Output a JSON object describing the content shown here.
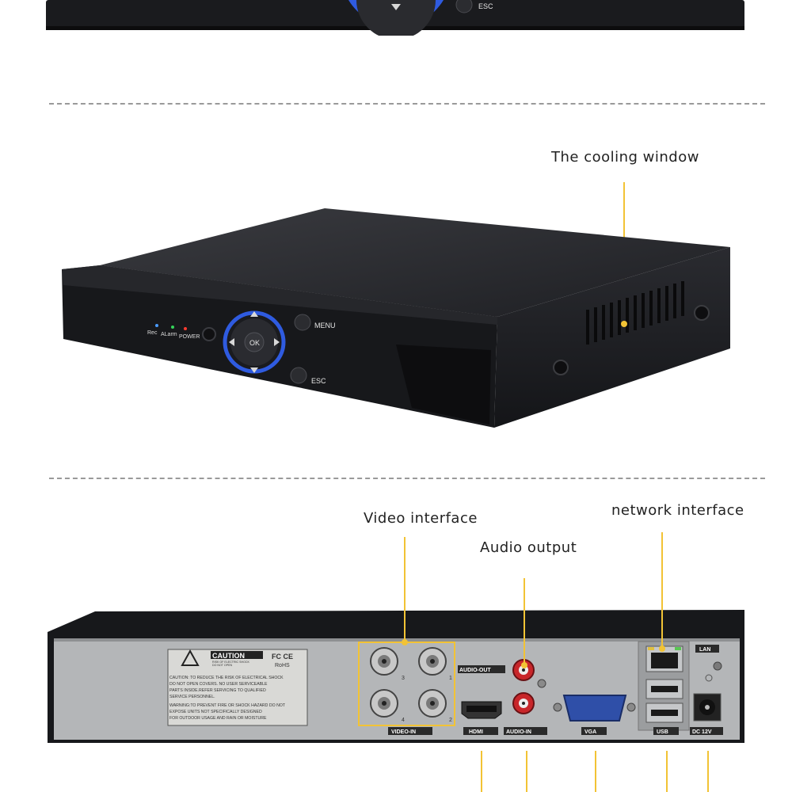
{
  "top_panel": {
    "esc_label": "ESC"
  },
  "front_view": {
    "callout_cooling": "The cooling window",
    "led_labels": [
      "Rec",
      "ALarm",
      "POWER"
    ],
    "center_button": "OK",
    "menu_label": "MENU",
    "esc_label": "ESC"
  },
  "rear_view": {
    "callouts": {
      "video": "Video interface",
      "audio": "Audio output",
      "network": "network interface"
    },
    "caution_title": "CAUTION",
    "caution_sub": [
      "RISK OF ELECTRIC SHOCK",
      "DO NOT OPEN"
    ],
    "cert_marks": [
      "FC CE",
      "RoHS"
    ],
    "caution_text": [
      "CAUTION: TO REDUCE THE RISK OF ELECTRICAL SHOCK",
      "DO NOT OPEN COVERS. NO USER SERVICEABLE",
      "PARTS INSIDE.REFER SERVICING TO QUALIFIED",
      "SERVICE PERSONNEL.",
      "WARNING:TO PREVENT FIRE OR SHOCK HAZARD DO NOT",
      "EXPOSE UNITS NOT SPECIFICALLY DESIGNED",
      "FOR OUTDOOR USAGE AND RAIN OR MOISTURE"
    ],
    "channel_numbers": [
      "3",
      "1",
      "4",
      "2"
    ],
    "port_labels": {
      "video_in": "VIDEO-IN",
      "audio_out": "AUDIO-OUT",
      "hdmi": "HDMI",
      "audio_in": "AUDIO-IN",
      "vga": "VGA",
      "usb": "USB",
      "lan": "LAN",
      "dc": "DC 12V"
    }
  },
  "colors": {
    "accent": "#f2c335",
    "chassis": "#1c1d20",
    "dpad_blue": "#2f5be0",
    "rear_panel": "#b4b6b8"
  }
}
